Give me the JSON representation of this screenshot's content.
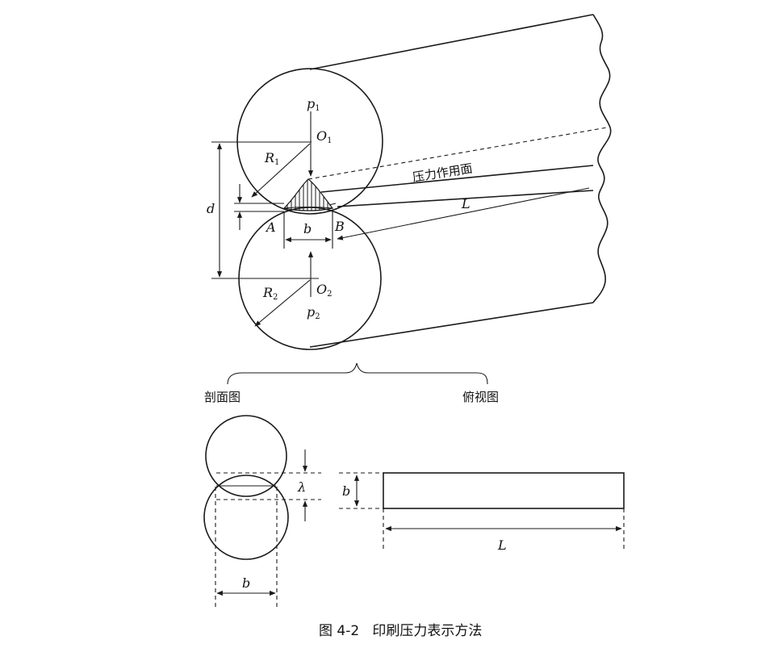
{
  "top_view": {
    "label_p1": "p",
    "label_p1_sub": "1",
    "label_o1": "O",
    "label_o1_sub": "1",
    "label_r1": "R",
    "label_r1_sub": "1",
    "label_p2": "p",
    "label_p2_sub": "2",
    "label_o2": "O",
    "label_o2_sub": "2",
    "label_r2": "R",
    "label_r2_sub": "2",
    "label_d": "d",
    "label_a": "A",
    "label_b_point": "B",
    "label_b_width": "b",
    "label_l": "L",
    "label_pressure_surface": "压力作用面",
    "label_section_view": "剖面图",
    "label_top_view": "俯视图"
  },
  "bottom_view": {
    "label_lambda": "λ",
    "label_b_height": "b",
    "label_b_width": "b",
    "label_l": "L"
  },
  "caption": "图 4-2   印刷压力表示方法"
}
